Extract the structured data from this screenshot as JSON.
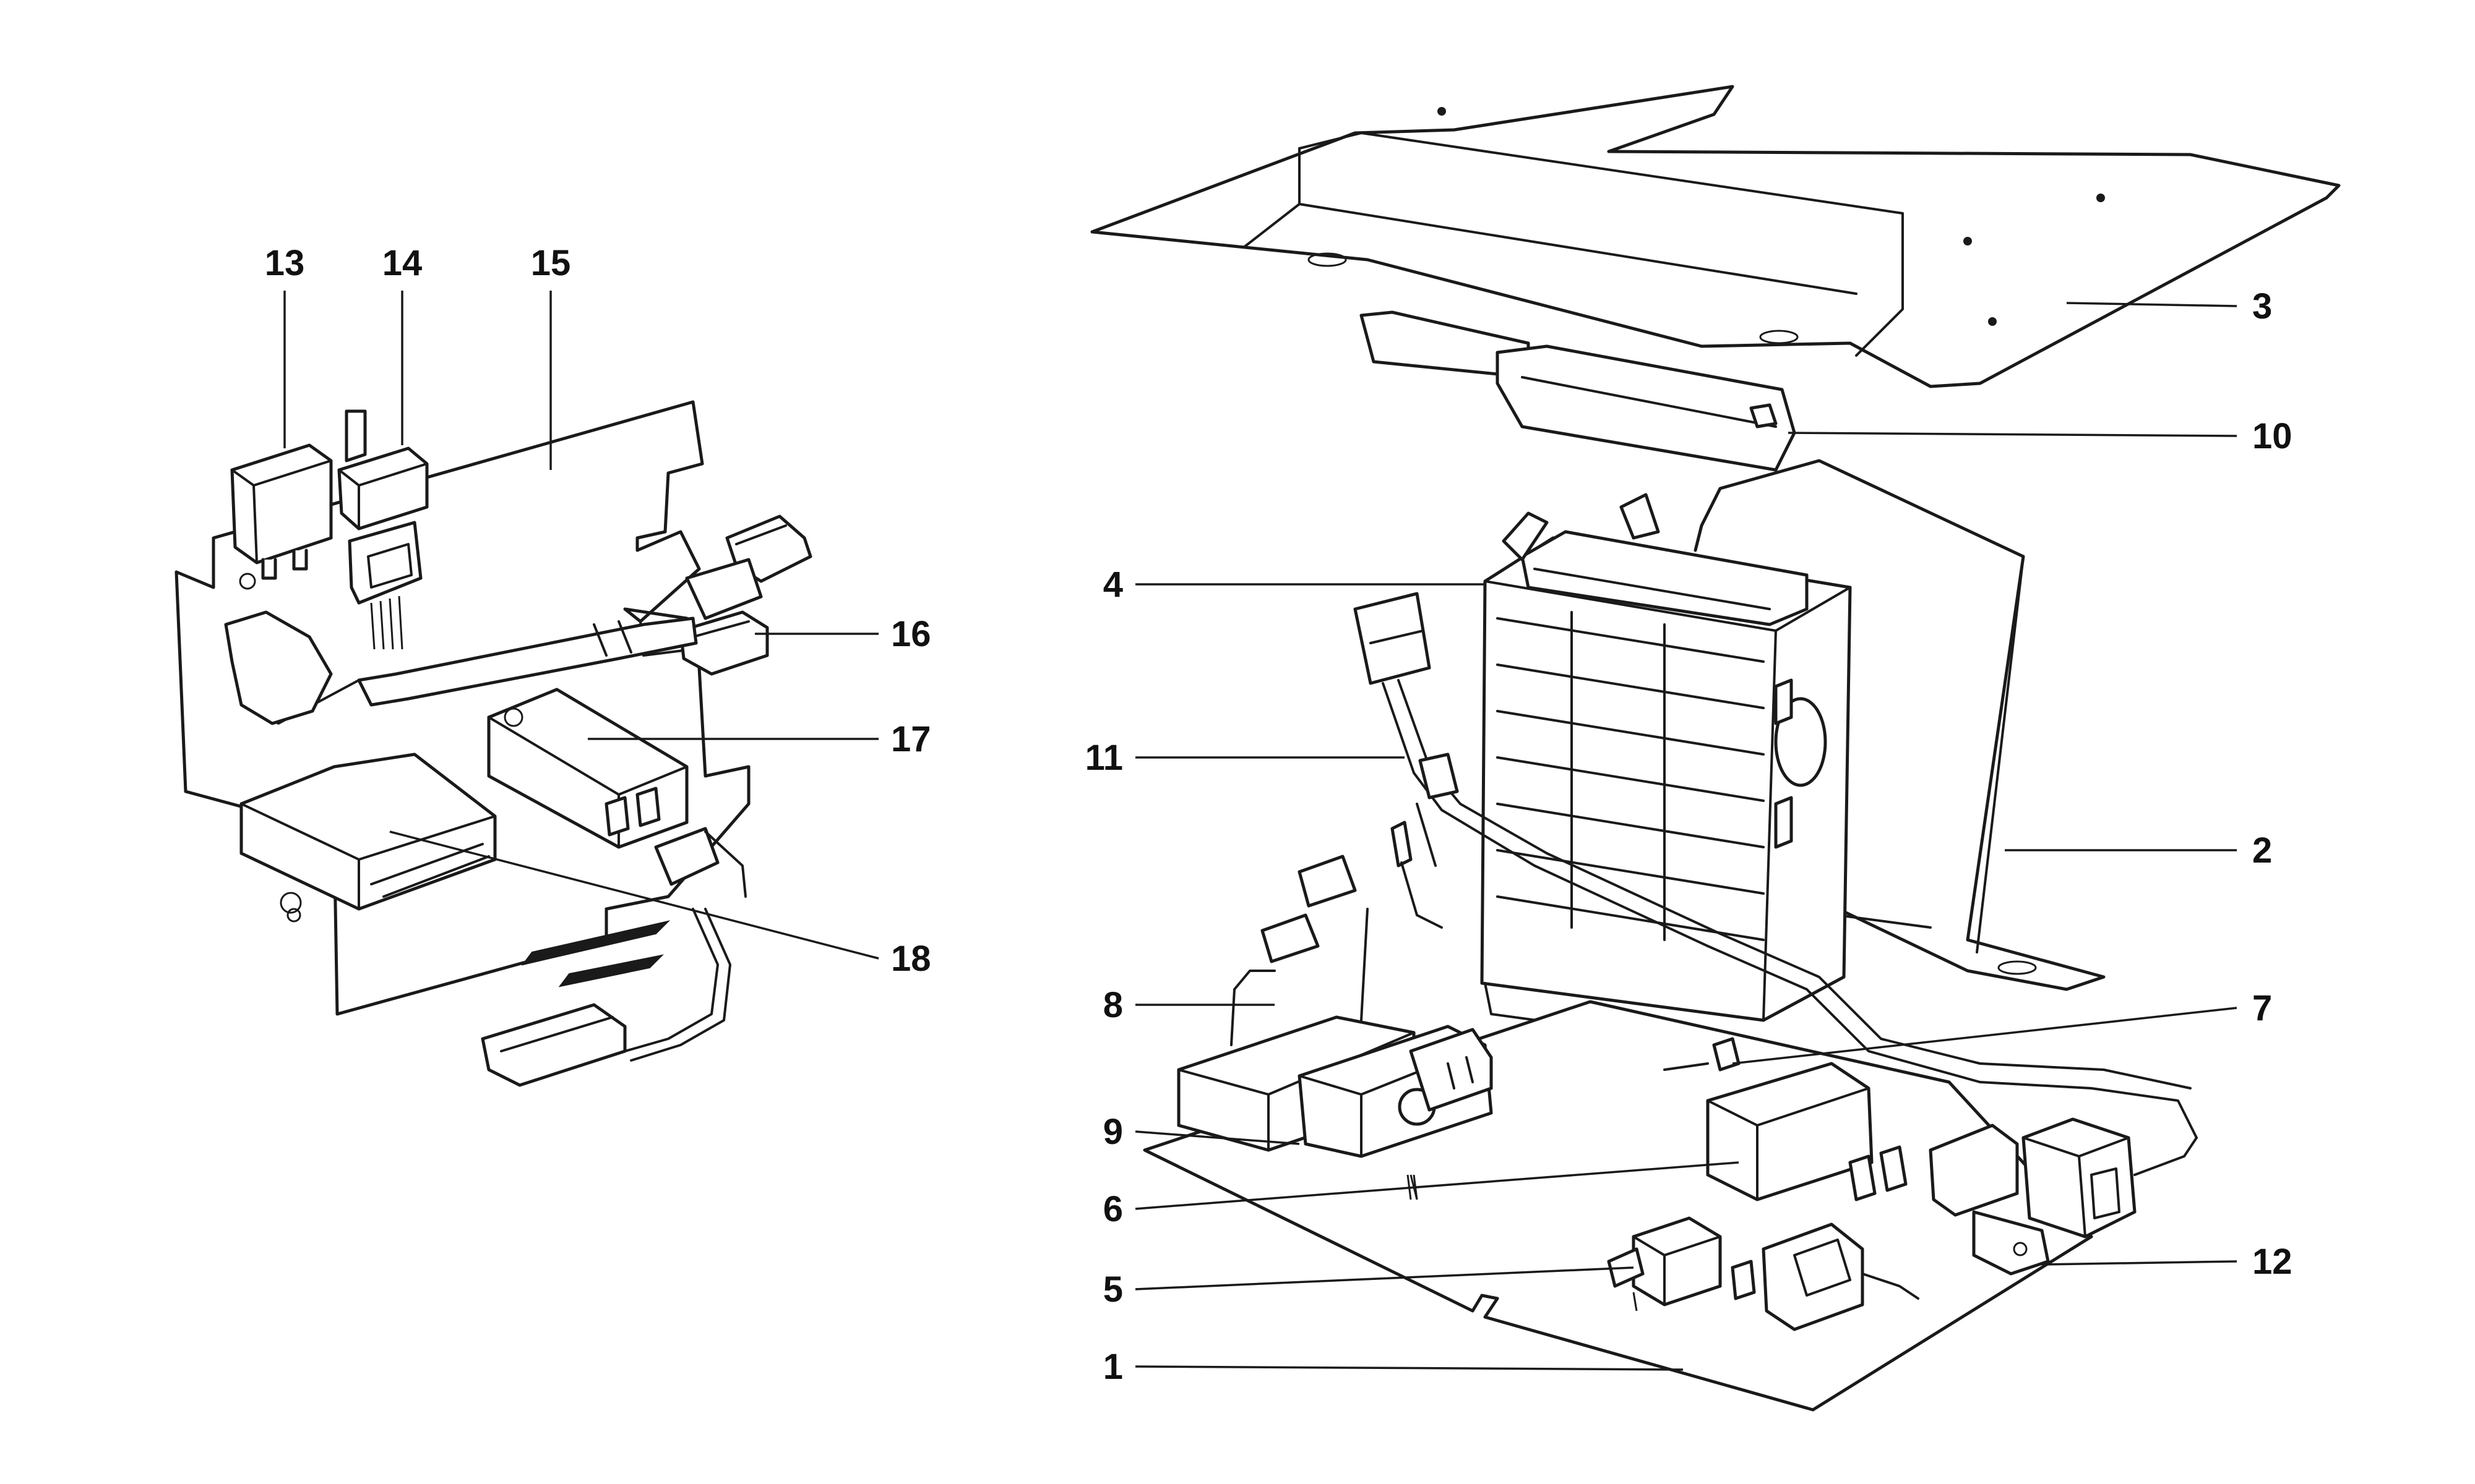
{
  "diagram": {
    "callouts": [
      {
        "id": "1",
        "label": "1"
      },
      {
        "id": "2",
        "label": "2"
      },
      {
        "id": "3",
        "label": "3"
      },
      {
        "id": "4",
        "label": "4"
      },
      {
        "id": "5",
        "label": "5"
      },
      {
        "id": "6",
        "label": "6"
      },
      {
        "id": "7",
        "label": "7"
      },
      {
        "id": "8",
        "label": "8"
      },
      {
        "id": "9",
        "label": "9"
      },
      {
        "id": "10",
        "label": "10"
      },
      {
        "id": "11",
        "label": "11"
      },
      {
        "id": "12",
        "label": "12"
      },
      {
        "id": "13",
        "label": "13"
      },
      {
        "id": "14",
        "label": "14"
      },
      {
        "id": "15",
        "label": "15"
      },
      {
        "id": "16",
        "label": "16"
      },
      {
        "id": "17",
        "label": "17"
      },
      {
        "id": "18",
        "label": "18"
      }
    ],
    "colors": {
      "line": "#1a1a1a",
      "background": "#ffffff"
    }
  }
}
